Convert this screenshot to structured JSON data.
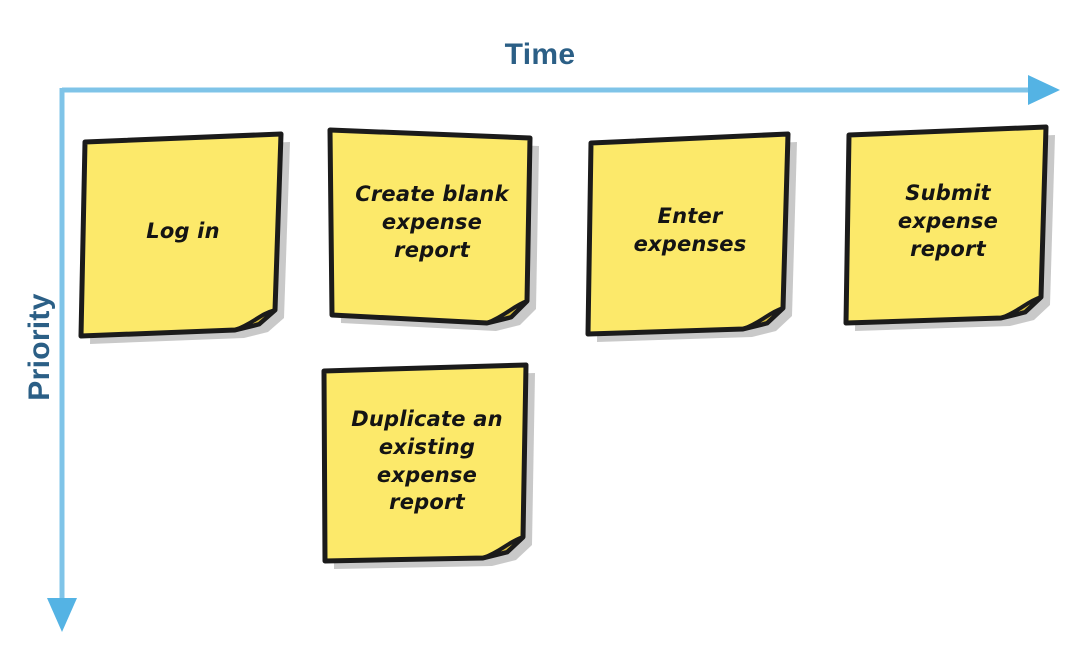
{
  "diagram": {
    "type": "user-story-map",
    "background_color": "#ffffff",
    "axes": {
      "horizontal": {
        "label": "Time",
        "direction": "left-to-right",
        "color": "#7fc4e8",
        "label_color": "#2b5f86"
      },
      "vertical": {
        "label": "Priority",
        "direction": "top-to-bottom",
        "color": "#7fc4e8",
        "label_color": "#2b5f86"
      }
    },
    "note_style": {
      "fill": "#fce96a",
      "border": "#1b1b1b",
      "curl_fill": "#d9bf3f",
      "text_color": "#141414",
      "shadow": "#c9c9c9"
    },
    "rows": [
      {
        "name": "primary-backbone",
        "notes": [
          {
            "id": "note-log-in",
            "text": "Log in",
            "column": 1,
            "row": 1
          },
          {
            "id": "note-create-blank-expense-report",
            "text": "Create blank\nexpense report",
            "column": 2,
            "row": 1
          },
          {
            "id": "note-enter-expenses",
            "text": "Enter expenses",
            "column": 3,
            "row": 1
          },
          {
            "id": "note-submit-expense-report",
            "text": "Submit expense\nreport",
            "column": 4,
            "row": 1
          }
        ]
      },
      {
        "name": "alternate-tasks",
        "notes": [
          {
            "id": "note-duplicate-existing-expense-report",
            "text": "Duplicate an\nexisting expense\nreport",
            "column": 2,
            "row": 2
          }
        ]
      }
    ]
  }
}
